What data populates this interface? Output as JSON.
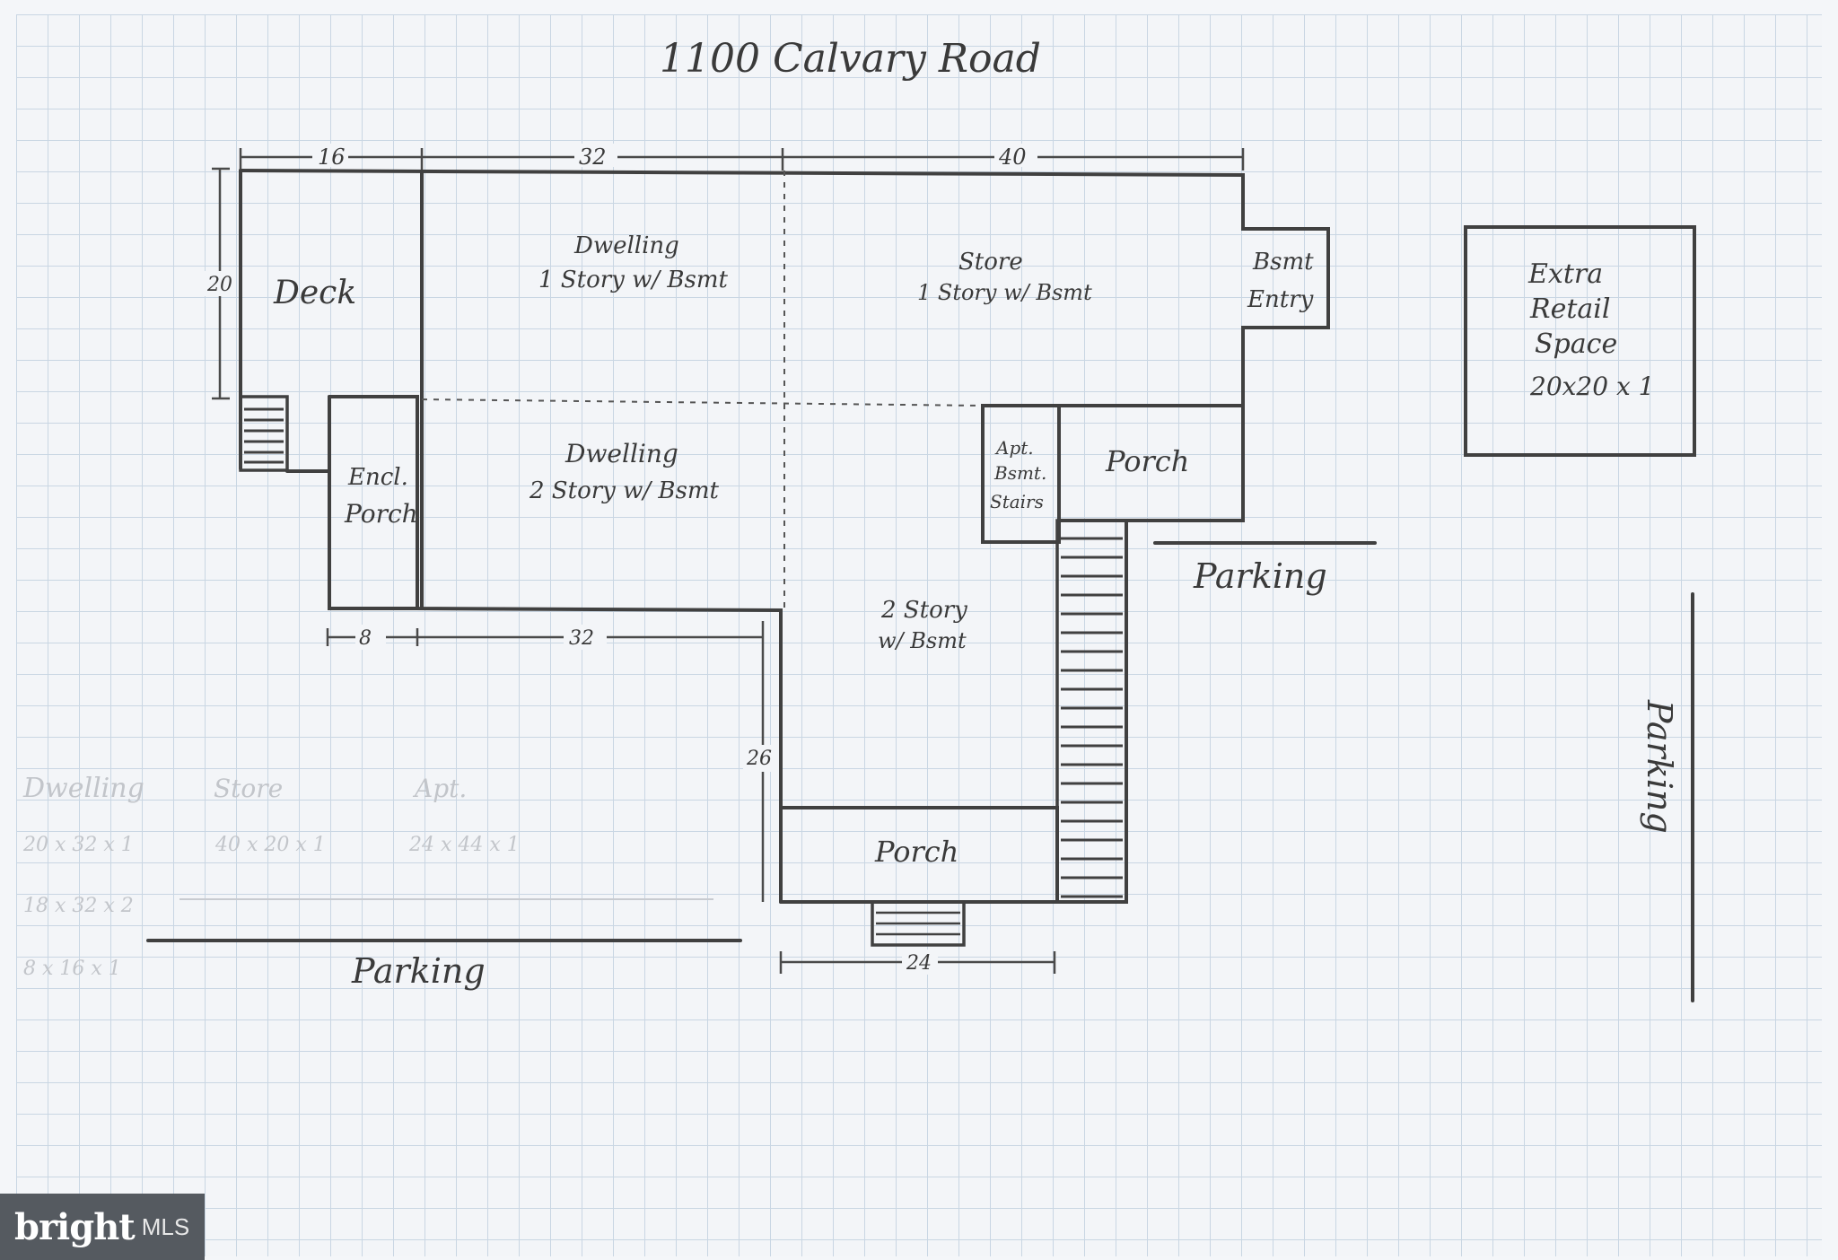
{
  "title": "1100 Calvary Road",
  "rooms": {
    "deck": "Deck",
    "dwelling1": [
      "Dwelling",
      "1 Story w/ Bsmt"
    ],
    "store": [
      "Store",
      "1 Story w/ Bsmt"
    ],
    "bsmt_entry": [
      "Bsmt",
      "Entry"
    ],
    "extra_retail": [
      "Extra",
      "Retail",
      "Space",
      "20x20 x 1"
    ],
    "encl_porch": [
      "Encl.",
      "Porch"
    ],
    "dwelling2": [
      "Dwelling",
      "2 Story w/ Bsmt"
    ],
    "apt_stairs": [
      "Apt.",
      "Bsmt.",
      "Stairs"
    ],
    "porch_upper": "Porch",
    "two_story": [
      "2 Story",
      "w/ Bsmt"
    ],
    "porch_lower": "Porch"
  },
  "dimensions": {
    "top_16": "16",
    "top_32": "32",
    "top_40": "40",
    "left_20": "20",
    "bottom_8": "8",
    "bottom_32": "32",
    "side_26": "26",
    "bottom_24": "24"
  },
  "parking": {
    "right_upper": "Parking",
    "right_vertical": "Parking",
    "bottom_left": "Parking"
  },
  "faint_notes": {
    "headers": [
      "Dwelling",
      "Store",
      "Apt."
    ],
    "row1": [
      "20 x 32 x 1",
      "40 x 20 x 1",
      "24 x 44 x 1"
    ],
    "row2": [
      "18 x 32 x 2"
    ],
    "row3": [
      "8 x 16 x 1"
    ]
  },
  "logo": {
    "brand": "bright",
    "suffix": "MLS"
  }
}
